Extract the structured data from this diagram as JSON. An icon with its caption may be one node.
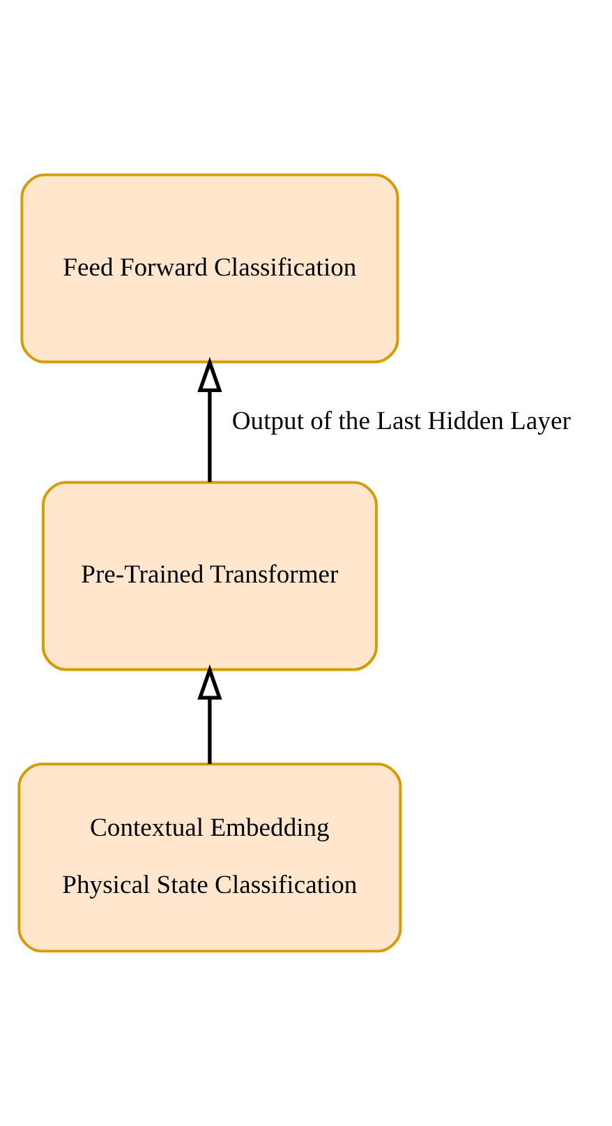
{
  "diagram": {
    "nodes": [
      {
        "text": [
          "Feed Forward Classification"
        ]
      },
      {
        "text": [
          "Pre-Trained Transformer"
        ]
      },
      {
        "text": [
          "Contextual Embedding",
          "Physical State Classification"
        ]
      }
    ],
    "edges": [
      {
        "from": 2,
        "to": 1,
        "arrow": "to"
      },
      {
        "from": 1,
        "to": 0,
        "arrow": "to",
        "label": "Output of the Last Hidden Layer"
      }
    ]
  }
}
